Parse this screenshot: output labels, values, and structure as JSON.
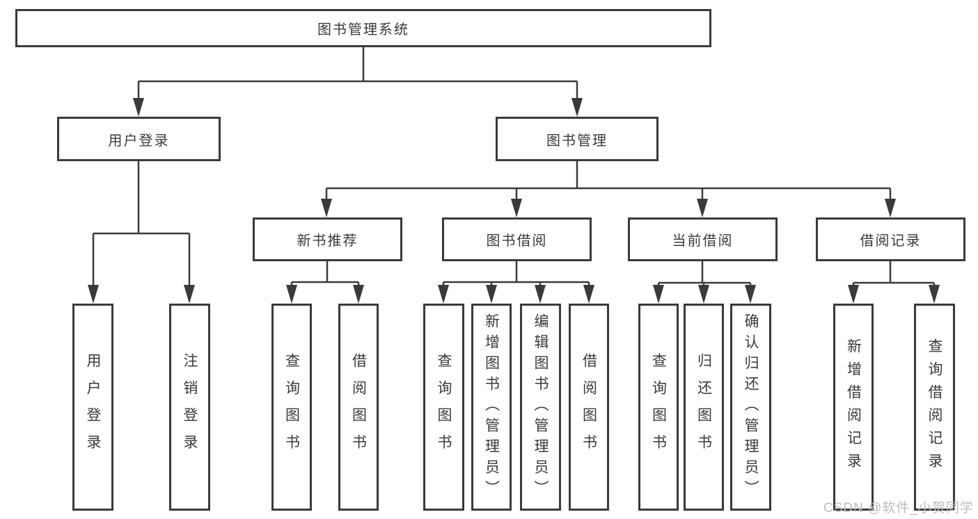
{
  "diagram": {
    "root": {
      "label": "图书管理系统"
    },
    "branches": [
      {
        "label": "用户登录",
        "children": [
          {
            "label": "用户登录"
          },
          {
            "label": "注销登录"
          }
        ]
      },
      {
        "label": "图书管理",
        "children": [
          {
            "label": "新书推荐",
            "children": [
              {
                "label": "查询图书"
              },
              {
                "label": "借阅图书"
              }
            ]
          },
          {
            "label": "图书借阅",
            "children": [
              {
                "label": "查询图书"
              },
              {
                "label": "新增图书（管理员）"
              },
              {
                "label": "编辑图书（管理员）"
              },
              {
                "label": "借阅图书"
              }
            ]
          },
          {
            "label": "当前借阅",
            "children": [
              {
                "label": "查询图书"
              },
              {
                "label": "归还图书"
              },
              {
                "label": "确认归还（管理员）"
              }
            ]
          },
          {
            "label": "借阅记录",
            "children": [
              {
                "label": "新增借阅记录"
              },
              {
                "label": "查询借阅记录"
              }
            ]
          }
        ]
      }
    ],
    "watermark": "CSDN @软件_小贺同学",
    "colors": {
      "line": "#3a3a3a",
      "text": "#3a3a3a",
      "background": "#ffffff",
      "watermark": "#b9bcc0"
    }
  }
}
